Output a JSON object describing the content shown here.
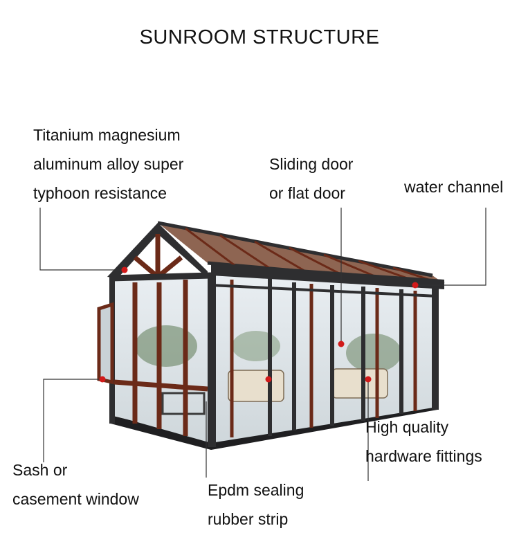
{
  "title": "SUNROOM  STRUCTURE",
  "callouts": {
    "roof_frame": [
      "Titanium magnesium",
      "aluminum alloy super",
      "typhoon resistance"
    ],
    "door": [
      "Sliding door",
      "or flat door"
    ],
    "water_channel": [
      "water channel"
    ],
    "window": [
      "Sash or",
      "casement window"
    ],
    "seal": [
      "Epdm sealing",
      "rubber strip"
    ],
    "hardware": [
      "High quality",
      "hardware fittings"
    ]
  },
  "colors": {
    "frame": "#2e2e30",
    "wood": "#6b2a18",
    "glass": "#d9dfe3",
    "marker": "#d11a1a",
    "leader": "#333333"
  }
}
